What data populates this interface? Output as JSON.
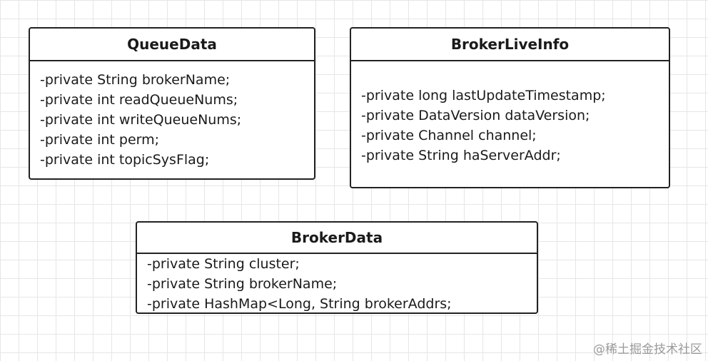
{
  "diagram": {
    "boxes": {
      "queue_data": {
        "title": "QueueData",
        "fields": [
          "-private String brokerName;",
          "-private int readQueueNums;",
          "-private int writeQueueNums;",
          "-private int perm;",
          "-private int topicSysFlag;"
        ]
      },
      "broker_live_info": {
        "title": "BrokerLiveInfo",
        "fields": [
          "-private long lastUpdateTimestamp;",
          "-private DataVersion dataVersion;",
          "-private Channel channel;",
          "-private String haServerAddr;"
        ]
      },
      "broker_data": {
        "title": "BrokerData",
        "fields": [
          "-private String cluster;",
          "-private String brokerName;",
          "-private HashMap<Long, String brokerAddrs;"
        ]
      }
    }
  },
  "watermark": "@稀土掘金技术社区"
}
